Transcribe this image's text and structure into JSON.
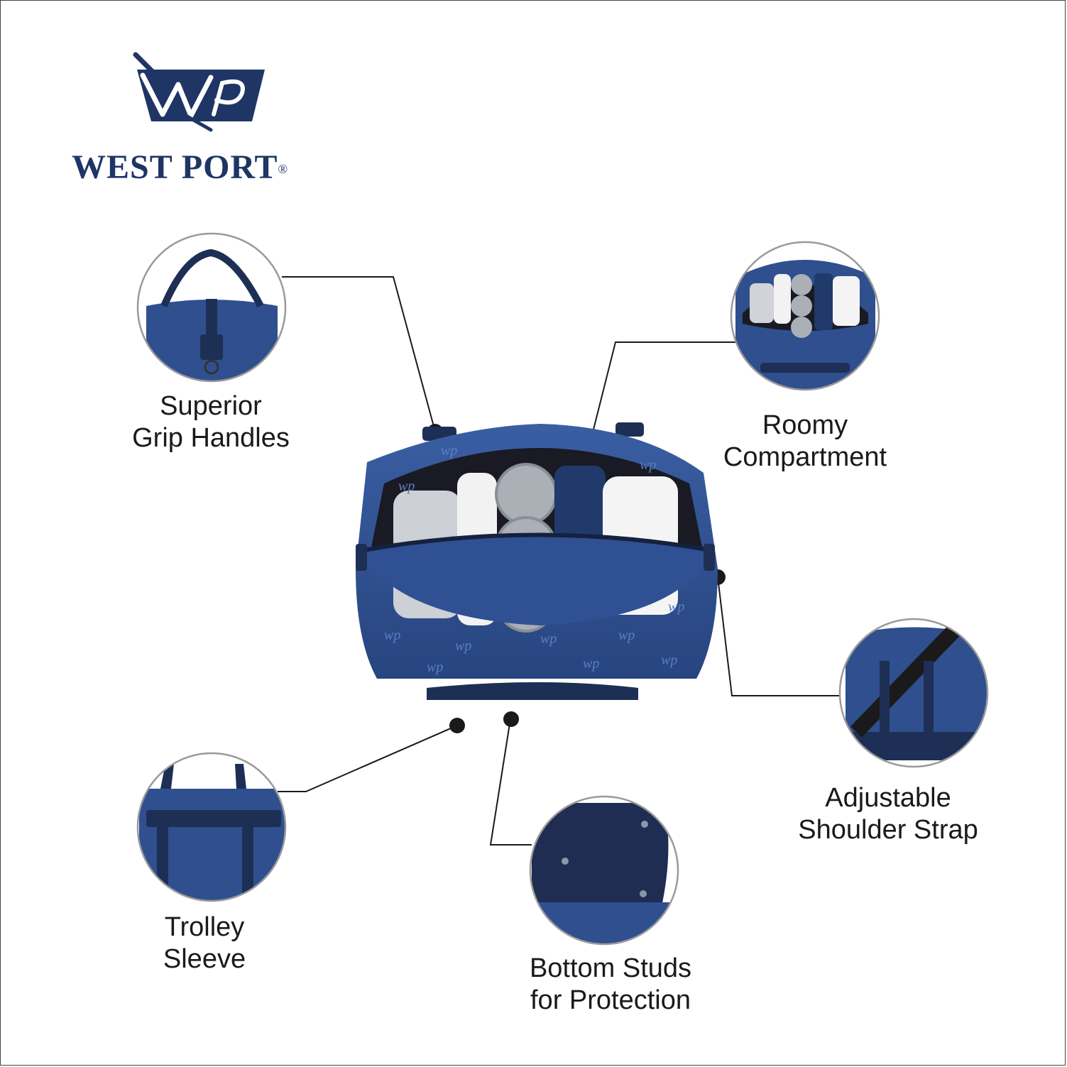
{
  "brand": {
    "name": "WEST PORT",
    "registered": "®"
  },
  "colors": {
    "navy": "#1e3566",
    "bag_blue": "#2e4d8c",
    "line": "#1a1a1a"
  },
  "features": [
    {
      "line1": "Superior",
      "line2": "Grip Handles"
    },
    {
      "line1": "Roomy",
      "line2": "Compartment"
    },
    {
      "line1": "Adjustable",
      "line2": "Shoulder Strap"
    },
    {
      "line1": "Trolley",
      "line2": "Sleeve"
    },
    {
      "line1": "Bottom Studs",
      "line2": "for Protection"
    }
  ]
}
